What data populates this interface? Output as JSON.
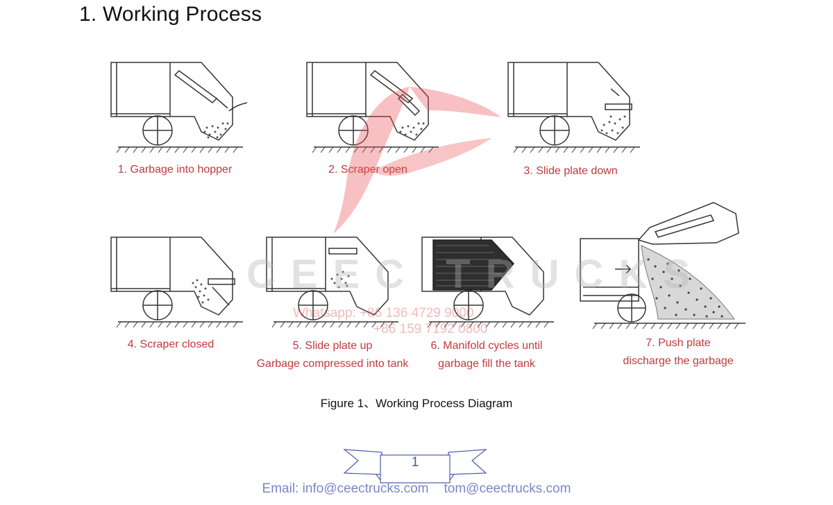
{
  "section": {
    "heading": "1.  Working Process"
  },
  "stages": [
    {
      "label_lines": [
        "1. Garbage into hopper"
      ]
    },
    {
      "label_lines": [
        "2. Scraper open"
      ]
    },
    {
      "label_lines": [
        "3. Slide plate down"
      ]
    },
    {
      "label_lines": [
        "4. Scraper closed"
      ]
    },
    {
      "label_lines": [
        "5. Slide plate up",
        "Garbage compressed into tank"
      ]
    },
    {
      "label_lines": [
        "6. Manifold cycles until",
        "garbage fill the tank"
      ]
    },
    {
      "label_lines": [
        "7. Push plate",
        "discharge the garbage"
      ]
    }
  ],
  "figure_caption": "Figure 1、Working Process Diagram",
  "watermark": {
    "brand": "CEEC TRUCKS",
    "phone_line_1": "Whatsapp:  +86 136 4729 9000",
    "phone_line_2": "+86 159 7192 0800"
  },
  "page_number": "1",
  "footer": {
    "email_label": "Email: info@ceectrucks.com",
    "email_secondary": "tom@ceectrucks.com"
  },
  "colors": {
    "caption_red": "#c0393b",
    "line_dark": "#333333",
    "footer_blue": "#7a86c8",
    "logo_red": "#e84a4f"
  }
}
